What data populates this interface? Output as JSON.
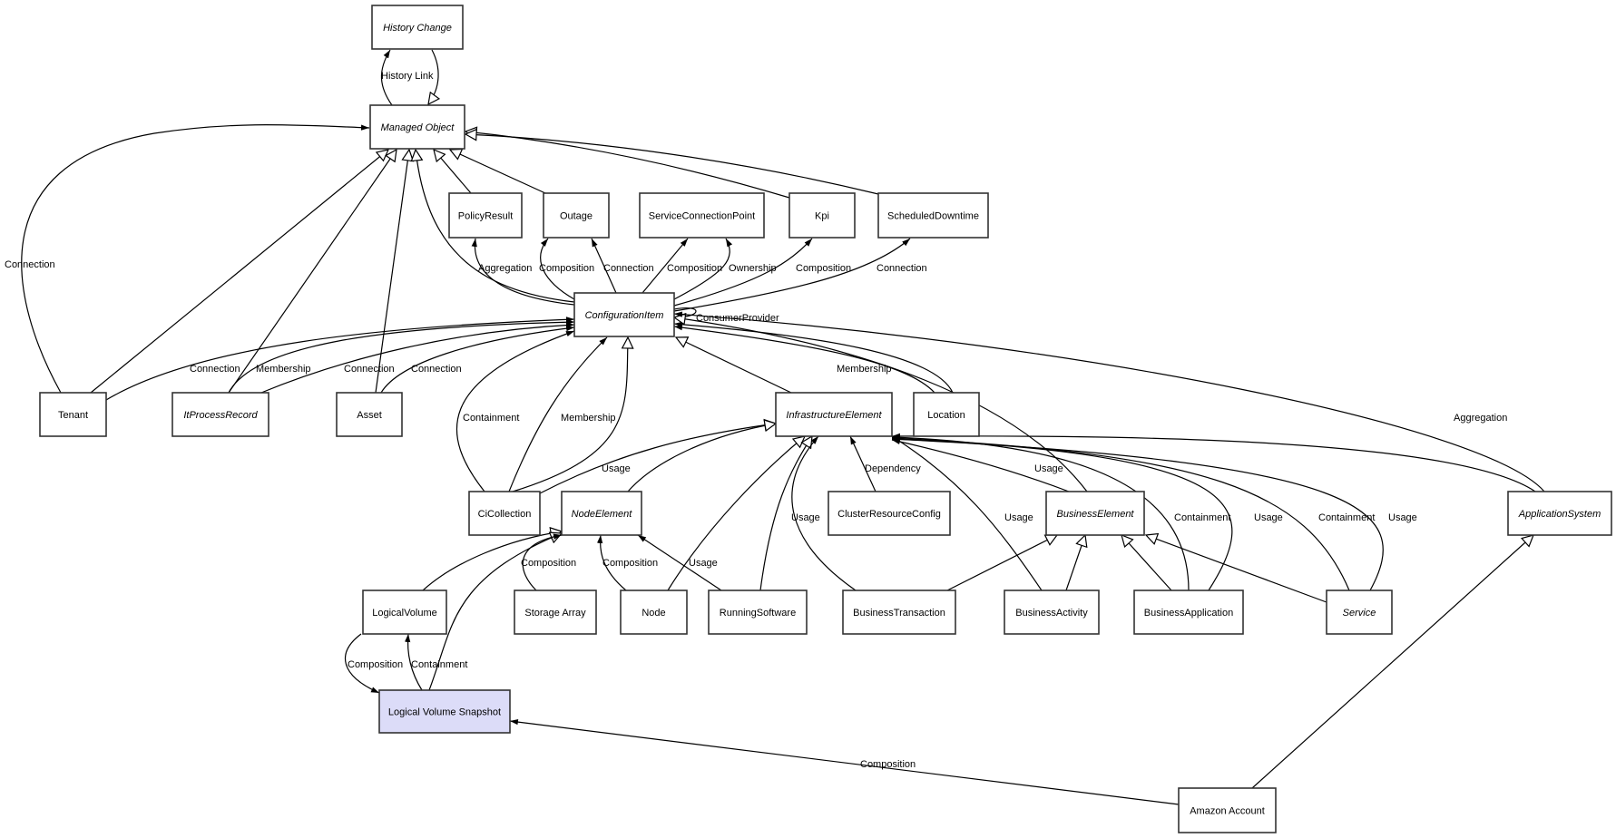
{
  "diagram": {
    "title": "",
    "highlight_color": "#dcdcf8",
    "nodes": [
      {
        "id": "history_change",
        "label": "History Change",
        "abstract": true
      },
      {
        "id": "managed_object",
        "label": "Managed Object",
        "abstract": true
      },
      {
        "id": "policy_result",
        "label": "PolicyResult",
        "abstract": false
      },
      {
        "id": "outage",
        "label": "Outage",
        "abstract": false
      },
      {
        "id": "service_connection_point",
        "label": "ServiceConnectionPoint",
        "abstract": false
      },
      {
        "id": "kpi",
        "label": "Kpi",
        "abstract": false
      },
      {
        "id": "scheduled_downtime",
        "label": "ScheduledDowntime",
        "abstract": false
      },
      {
        "id": "configuration_item",
        "label": "ConfigurationItem",
        "abstract": true
      },
      {
        "id": "tenant",
        "label": "Tenant",
        "abstract": false
      },
      {
        "id": "it_process_record",
        "label": "ItProcessRecord",
        "abstract": true
      },
      {
        "id": "asset",
        "label": "Asset",
        "abstract": false
      },
      {
        "id": "infrastructure_element",
        "label": "InfrastructureElement",
        "abstract": true
      },
      {
        "id": "location",
        "label": "Location",
        "abstract": false
      },
      {
        "id": "ci_collection",
        "label": "CiCollection",
        "abstract": false
      },
      {
        "id": "node_element",
        "label": "NodeElement",
        "abstract": true
      },
      {
        "id": "cluster_resource_config",
        "label": "ClusterResourceConfig",
        "abstract": false
      },
      {
        "id": "business_element",
        "label": "BusinessElement",
        "abstract": true
      },
      {
        "id": "application_system",
        "label": "ApplicationSystem",
        "abstract": true
      },
      {
        "id": "logical_volume",
        "label": "LogicalVolume",
        "abstract": false
      },
      {
        "id": "storage_array",
        "label": "Storage Array",
        "abstract": false
      },
      {
        "id": "node",
        "label": "Node",
        "abstract": false
      },
      {
        "id": "running_software",
        "label": "RunningSoftware",
        "abstract": false
      },
      {
        "id": "business_transaction",
        "label": "BusinessTransaction",
        "abstract": false
      },
      {
        "id": "business_activity",
        "label": "BusinessActivity",
        "abstract": false
      },
      {
        "id": "business_application",
        "label": "BusinessApplication",
        "abstract": false
      },
      {
        "id": "service",
        "label": "Service",
        "abstract": true
      },
      {
        "id": "logical_volume_snapshot",
        "label": "Logical Volume Snapshot",
        "abstract": false,
        "highlighted": true
      },
      {
        "id": "amazon_account",
        "label": "Amazon Account",
        "abstract": false
      }
    ],
    "edges": [
      {
        "from": "managed_object",
        "to": "history_change",
        "label": "History Link",
        "kind": "association"
      },
      {
        "from": "history_change",
        "to": "managed_object",
        "label": "",
        "kind": "inheritance"
      },
      {
        "from": "tenant",
        "to": "managed_object",
        "label": "Connection",
        "kind": "association"
      },
      {
        "from": "tenant",
        "to": "managed_object",
        "label": "",
        "kind": "inheritance"
      },
      {
        "from": "it_process_record",
        "to": "managed_object",
        "label": "",
        "kind": "inheritance"
      },
      {
        "from": "asset",
        "to": "managed_object",
        "label": "",
        "kind": "inheritance"
      },
      {
        "from": "configuration_item",
        "to": "managed_object",
        "label": "",
        "kind": "inheritance"
      },
      {
        "from": "policy_result",
        "to": "managed_object",
        "label": "",
        "kind": "inheritance"
      },
      {
        "from": "outage",
        "to": "managed_object",
        "label": "",
        "kind": "inheritance"
      },
      {
        "from": "kpi",
        "to": "managed_object",
        "label": "",
        "kind": "inheritance"
      },
      {
        "from": "scheduled_downtime",
        "to": "managed_object",
        "label": "",
        "kind": "inheritance"
      },
      {
        "from": "configuration_item",
        "to": "policy_result",
        "label": "Aggregation",
        "kind": "association"
      },
      {
        "from": "configuration_item",
        "to": "outage",
        "label": "Composition",
        "kind": "association"
      },
      {
        "from": "configuration_item",
        "to": "outage",
        "label": "Connection",
        "kind": "association"
      },
      {
        "from": "configuration_item",
        "to": "service_connection_point",
        "label": "Composition",
        "kind": "association"
      },
      {
        "from": "configuration_item",
        "to": "service_connection_point",
        "label": "Ownership",
        "kind": "association"
      },
      {
        "from": "configuration_item",
        "to": "kpi",
        "label": "Composition",
        "kind": "association"
      },
      {
        "from": "configuration_item",
        "to": "scheduled_downtime",
        "label": "Connection",
        "kind": "association"
      },
      {
        "from": "configuration_item",
        "to": "configuration_item",
        "label": "ConsumerProvider",
        "kind": "association"
      },
      {
        "from": "tenant",
        "to": "configuration_item",
        "label": "Connection",
        "kind": "association"
      },
      {
        "from": "it_process_record",
        "to": "configuration_item",
        "label": "Membership",
        "kind": "association"
      },
      {
        "from": "it_process_record",
        "to": "configuration_item",
        "label": "Connection",
        "kind": "association"
      },
      {
        "from": "asset",
        "to": "configuration_item",
        "label": "Connection",
        "kind": "association"
      },
      {
        "from": "ci_collection",
        "to": "configuration_item",
        "label": "Containment",
        "kind": "association"
      },
      {
        "from": "ci_collection",
        "to": "configuration_item",
        "label": "Membership",
        "kind": "association"
      },
      {
        "from": "ci_collection",
        "to": "configuration_item",
        "label": "",
        "kind": "inheritance"
      },
      {
        "from": "infrastructure_element",
        "to": "configuration_item",
        "label": "",
        "kind": "inheritance"
      },
      {
        "from": "location",
        "to": "configuration_item",
        "label": "Membership",
        "kind": "association"
      },
      {
        "from": "location",
        "to": "configuration_item",
        "label": "",
        "kind": "association"
      },
      {
        "from": "business_element",
        "to": "configuration_item",
        "label": "",
        "kind": "inheritance"
      },
      {
        "from": "application_system",
        "to": "configuration_item",
        "label": "Aggregation",
        "kind": "association"
      },
      {
        "from": "ci_collection",
        "to": "infrastructure_element",
        "label": "Usage",
        "kind": "inheritance"
      },
      {
        "from": "node_element",
        "to": "infrastructure_element",
        "label": "",
        "kind": "inheritance"
      },
      {
        "from": "node",
        "to": "infrastructure_element",
        "label": "",
        "kind": "inheritance"
      },
      {
        "from": "running_software",
        "to": "infrastructure_element",
        "label": "",
        "kind": "inheritance"
      },
      {
        "from": "business_transaction",
        "to": "infrastructure_element",
        "label": "Usage",
        "kind": "association"
      },
      {
        "from": "cluster_resource_config",
        "to": "infrastructure_element",
        "label": "Dependency",
        "kind": "association"
      },
      {
        "from": "business_activity",
        "to": "infrastructure_element",
        "label": "Usage",
        "kind": "association"
      },
      {
        "from": "business_element",
        "to": "infrastructure_element",
        "label": "Usage",
        "kind": "association"
      },
      {
        "from": "business_application",
        "to": "infrastructure_element",
        "label": "Containment",
        "kind": "association"
      },
      {
        "from": "business_application",
        "to": "infrastructure_element",
        "label": "Usage",
        "kind": "association"
      },
      {
        "from": "service",
        "to": "infrastructure_element",
        "label": "Containment",
        "kind": "association"
      },
      {
        "from": "service",
        "to": "infrastructure_element",
        "label": "Usage",
        "kind": "association"
      },
      {
        "from": "application_system",
        "to": "infrastructure_element",
        "label": "",
        "kind": "association"
      },
      {
        "from": "logical_volume",
        "to": "node_element",
        "label": "",
        "kind": "inheritance"
      },
      {
        "from": "logical_volume_snapshot",
        "to": "node_element",
        "label": "",
        "kind": "inheritance"
      },
      {
        "from": "storage_array",
        "to": "node_element",
        "label": "Composition",
        "kind": "association"
      },
      {
        "from": "node",
        "to": "node_element",
        "label": "Composition",
        "kind": "association"
      },
      {
        "from": "running_software",
        "to": "node_element",
        "label": "Usage",
        "kind": "association"
      },
      {
        "from": "business_transaction",
        "to": "business_element",
        "label": "",
        "kind": "inheritance"
      },
      {
        "from": "business_activity",
        "to": "business_element",
        "label": "",
        "kind": "inheritance"
      },
      {
        "from": "business_application",
        "to": "business_element",
        "label": "",
        "kind": "inheritance"
      },
      {
        "from": "service",
        "to": "business_element",
        "label": "",
        "kind": "inheritance"
      },
      {
        "from": "logical_volume",
        "to": "logical_volume_snapshot",
        "label": "Composition",
        "kind": "association"
      },
      {
        "from": "logical_volume_snapshot",
        "to": "logical_volume",
        "label": "Containment",
        "kind": "association"
      },
      {
        "from": "amazon_account",
        "to": "logical_volume_snapshot",
        "label": "Composition",
        "kind": "association"
      },
      {
        "from": "amazon_account",
        "to": "application_system",
        "label": "",
        "kind": "inheritance"
      }
    ]
  }
}
